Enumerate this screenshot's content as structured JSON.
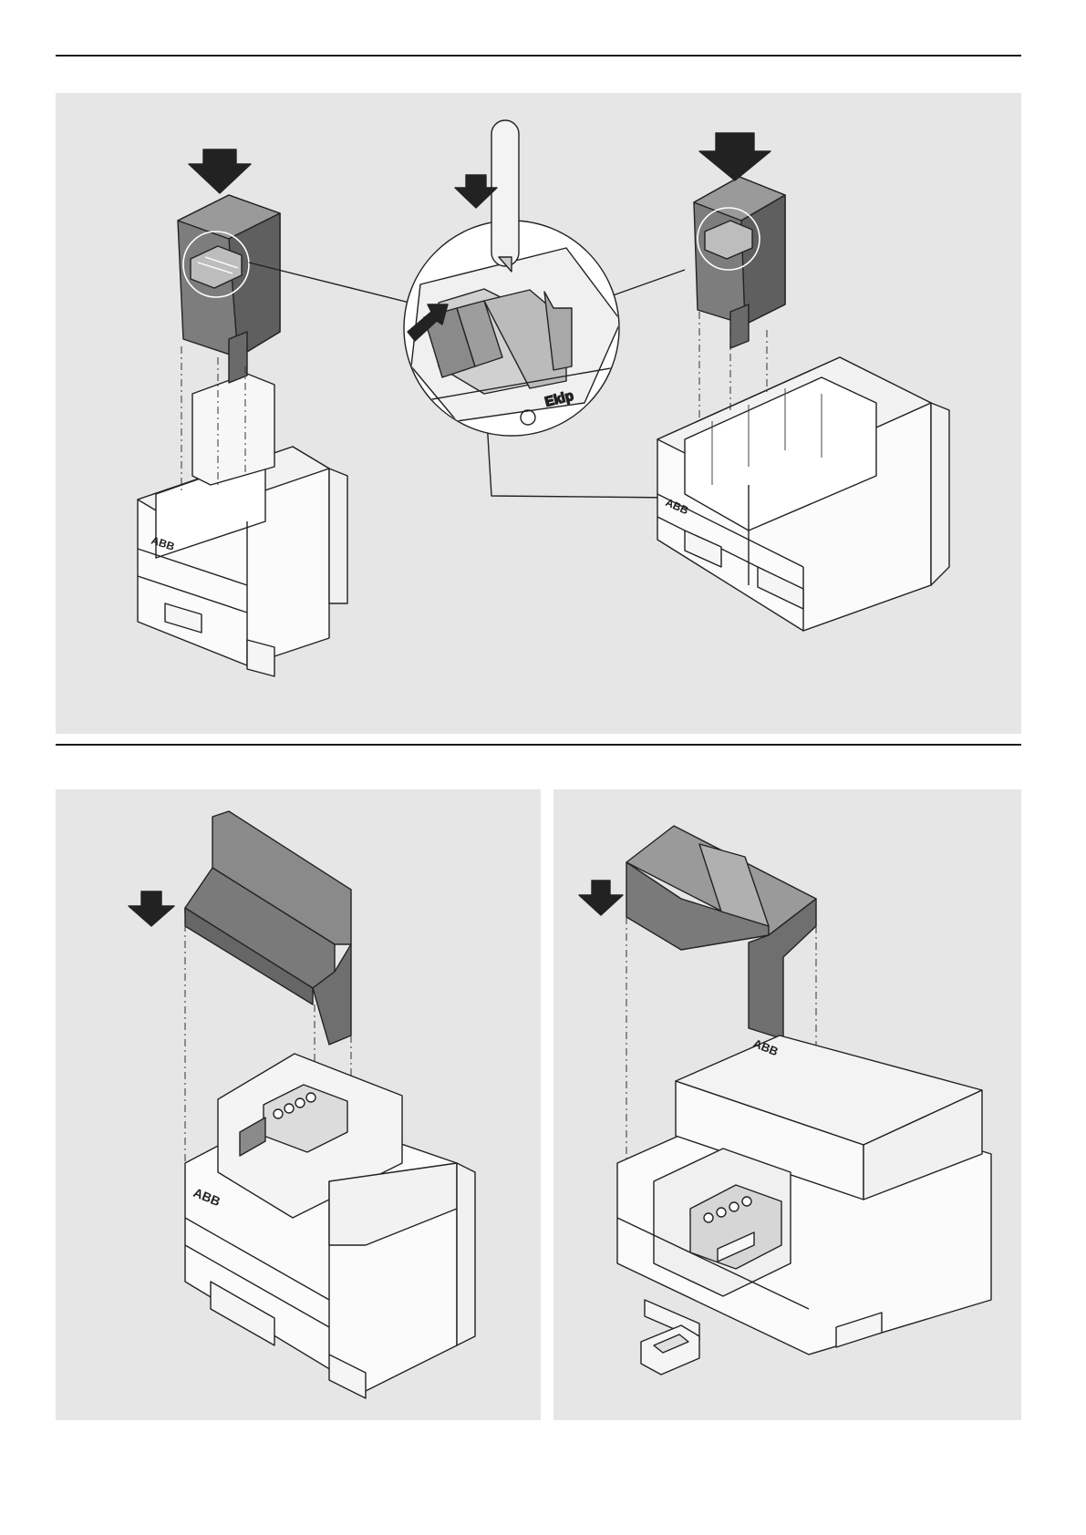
{
  "figure_top": {
    "brand_left": "ABB",
    "brand_right": "ABB",
    "magnified_label": "Ekip"
  },
  "figure_bottom_left": {
    "brand": "ABB"
  },
  "figure_bottom_right": {
    "brand": "ABB"
  }
}
